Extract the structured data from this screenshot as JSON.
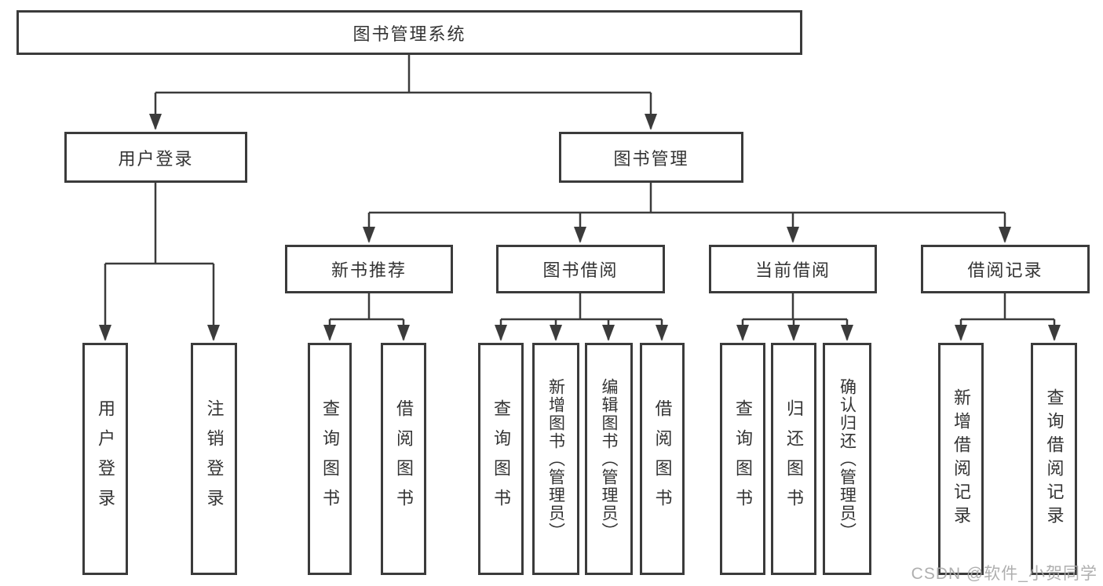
{
  "tree": {
    "label": "图书管理系统",
    "children": [
      {
        "label": "用户登录",
        "children": [
          {
            "label": "用户登录"
          },
          {
            "label": "注销登录"
          }
        ]
      },
      {
        "label": "图书管理",
        "children": [
          {
            "label": "新书推荐",
            "children": [
              {
                "label": "查询图书"
              },
              {
                "label": "借阅图书"
              }
            ]
          },
          {
            "label": "图书借阅",
            "children": [
              {
                "label": "查询图书"
              },
              {
                "label": "新增图书（管理员）"
              },
              {
                "label": "编辑图书（管理员）"
              },
              {
                "label": "借阅图书"
              }
            ]
          },
          {
            "label": "当前借阅",
            "children": [
              {
                "label": "查询图书"
              },
              {
                "label": "归还图书"
              },
              {
                "label": "确认归还（管理员）"
              }
            ]
          },
          {
            "label": "借阅记录",
            "children": [
              {
                "label": "新增借阅记录"
              },
              {
                "label": "查询借阅记录"
              }
            ]
          }
        ]
      }
    ]
  },
  "watermark": {
    "text": "CSDN @软件_小贺同学"
  },
  "colors": {
    "line": "#3b3b3b",
    "node_border": "#3b3b3b",
    "text": "#333333",
    "watermark": "#a8a8a8",
    "background": "#ffffff"
  }
}
